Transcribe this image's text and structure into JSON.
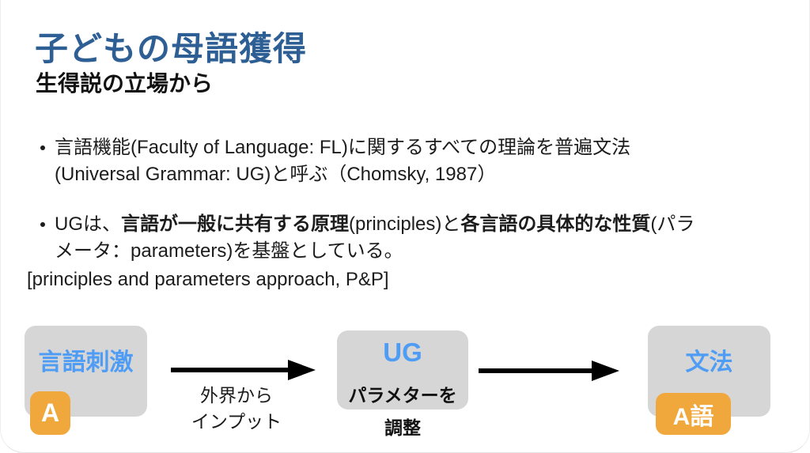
{
  "slide": {
    "title": "子どもの母語獲得",
    "subtitle": "生得説の立場から"
  },
  "bullets": {
    "b1": {
      "line1": "言語機能(Faculty of Language: FL)に関するすべての理論を普遍文法",
      "line2": "(Universal Grammar: UG)と呼ぶ（Chomsky, 1987）"
    },
    "b2": {
      "t1": "UGは、",
      "bold1": "言語が一般に共有する原理",
      "t2": "(principles)と",
      "bold2": "各言語の具体的な性質",
      "t3": "(パラ",
      "line2": "メータ：parameters)を基盤としている。"
    },
    "pnp": "[principles and parameters approach, P&P]"
  },
  "diagram": {
    "stimulus_box": {
      "label": "言語刺激",
      "badge": "A"
    },
    "input_arrow": {
      "label_line1": "外界から",
      "label_line2": "インプット"
    },
    "ug_box": {
      "label": "UG",
      "note_line1": "パラメターを",
      "note_line2": "調整"
    },
    "grammar_box": {
      "label": "文法",
      "badge": "A語"
    }
  },
  "colors": {
    "title_blue": "#2E5F94",
    "diagram_blue": "#4F9CF5",
    "badge_orange": "#F0A73C",
    "box_gray": "#D6D6D6",
    "arrow_black": "#000000"
  }
}
